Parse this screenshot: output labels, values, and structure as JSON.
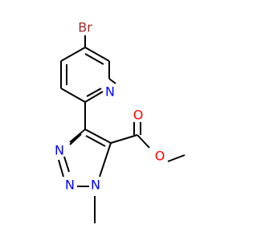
{
  "molecule": {
    "atoms": {
      "br": "Br",
      "n_pyridine": "N",
      "n_triazole_1": "N",
      "n_triazole_2": "N",
      "n_triazole_3": "N",
      "o_carbonyl": "O",
      "o_ester": "O"
    }
  },
  "colors": {
    "bond": "#000000",
    "bromine": "#a52a2a",
    "nitrogen": "#0000ff",
    "oxygen": "#ff0000"
  }
}
